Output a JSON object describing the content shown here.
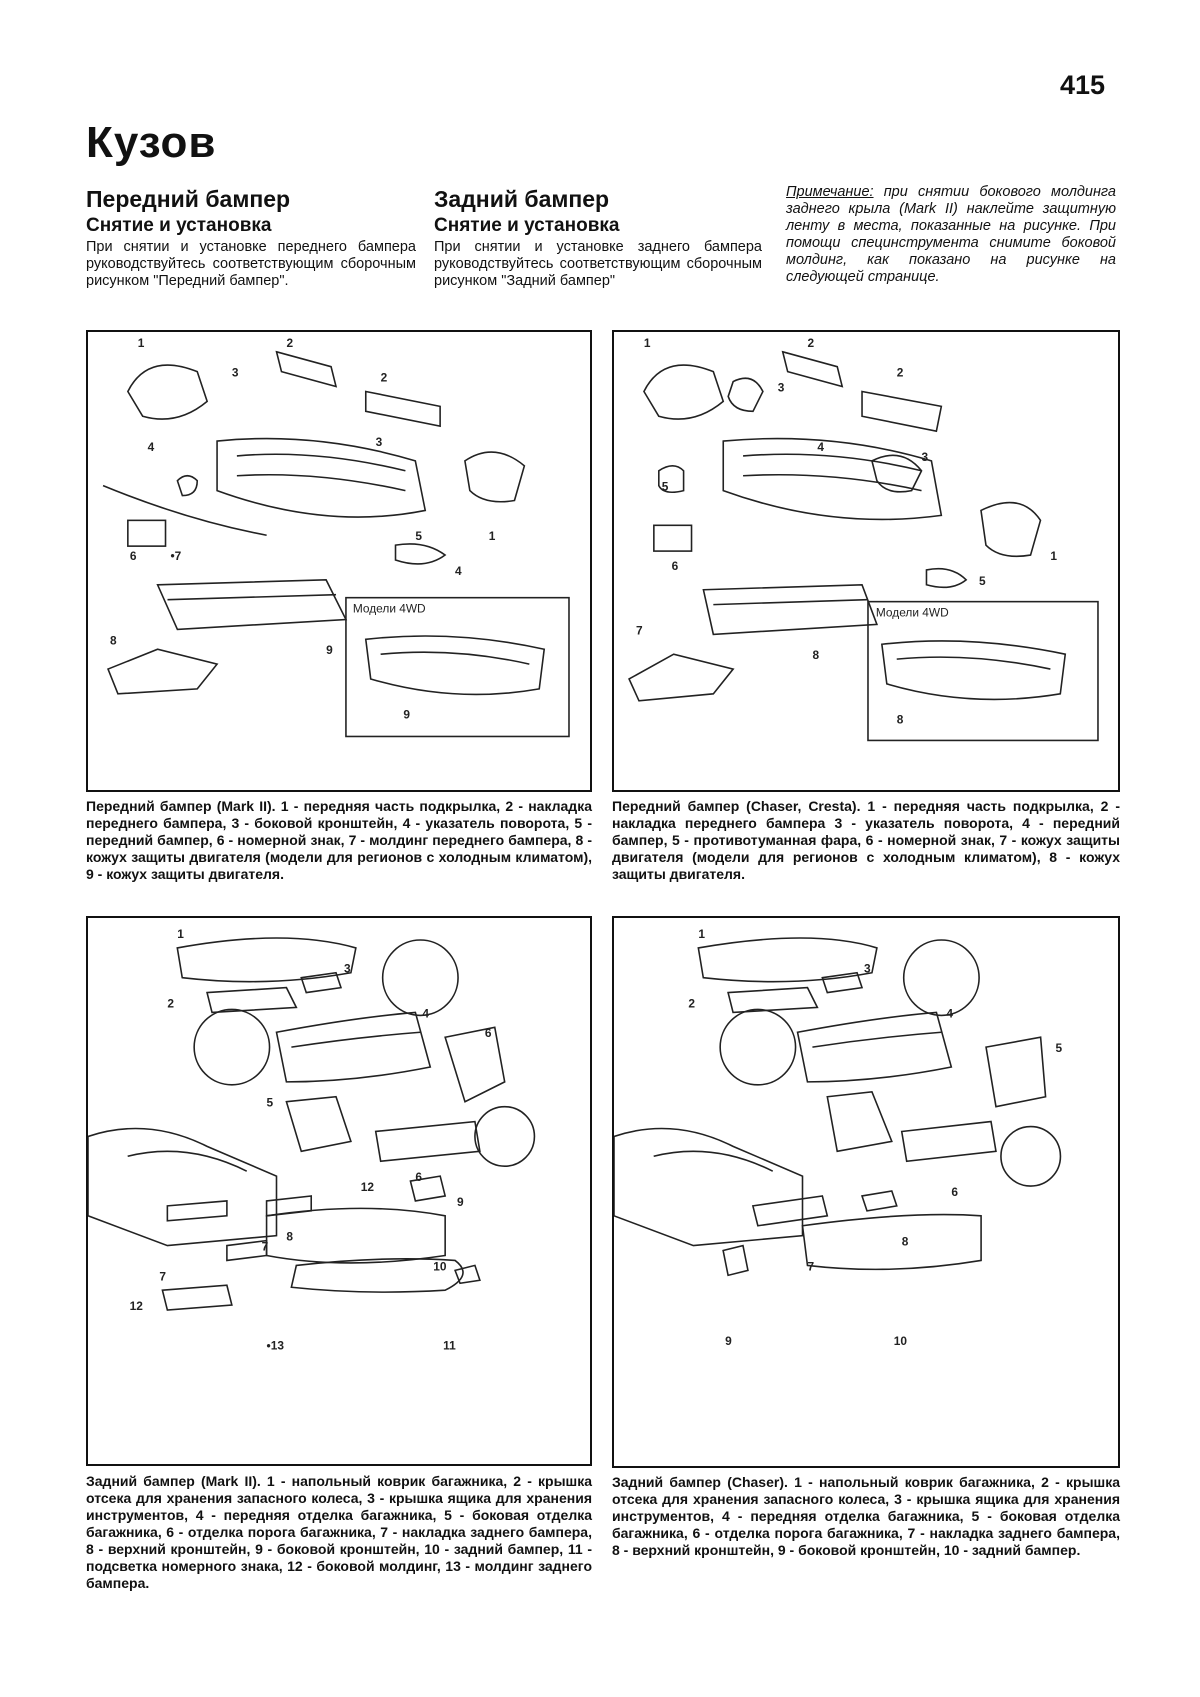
{
  "page_number": "415",
  "chapter_title": "Кузов",
  "front_bumper": {
    "heading": "Передний бампер",
    "subheading": "Снятие и установка",
    "text": "При снятии и установке переднего бампера руководствуйтесь соответствующим сборочным рисунком \"Передний бампер\"."
  },
  "rear_bumper": {
    "heading": "Задний бампер",
    "subheading": "Снятие и установка",
    "text": "При снятии и установке заднего бампера руководствуйтесь соответствующим сборочным рисунком \"Задний бампер\""
  },
  "note": {
    "label": "Примечание:",
    "text": " при снятии бокового молдинга заднего крыла (Mark II) наклейте защитную ленту в места, показанные на рисунке. При помощи специнструмента снимите боковой молдинг, как показано на рисунке на следующей странице."
  },
  "figures": {
    "fig1": {
      "inset_label": "Модели 4WD",
      "callouts": [
        "1",
        "2",
        "3",
        "4",
        "3",
        "1",
        "5",
        "4",
        "6",
        "•7",
        "8",
        "9",
        "9"
      ],
      "caption": "Передний бампер (Mark II). 1 - передняя часть подкрылка, 2 - накладка переднего бампера, 3 - боковой кронштейн, 4 - указатель поворота, 5 - передний бампер, 6 - номерной знак, 7 - молдинг переднего бампера, 8 - кожух защиты двигателя (модели для регионов с холодным климатом), 9 - кожух защиты двигателя."
    },
    "fig2": {
      "inset_label": "Модели 4WD",
      "callouts": [
        "1",
        "2",
        "3",
        "2",
        "3",
        "4",
        "5",
        "1",
        "6",
        "5",
        "7",
        "8",
        "8"
      ],
      "caption": "Передний бампер (Chaser, Cresta). 1 - передняя часть подкрылка, 2 - накладка переднего бампера 3 - указатель поворота, 4 - передний бампер, 5 - противотуманная фара, 6 - номерной знак, 7 - кожух защиты двигателя (модели для регионов с холодным климатом), 8 - кожух защиты двигателя."
    },
    "fig3": {
      "callouts": [
        "1",
        "3",
        "2",
        "4",
        "6",
        "5",
        "6",
        "12",
        "9",
        "7",
        "8",
        "7",
        "10",
        "12",
        "•13",
        "11"
      ],
      "caption": "Задний бампер (Mark II). 1 - напольный коврик багажника, 2 - крышка отсека для хранения запасного колеса, 3 - крышка ящика для хранения инструментов, 4 - передняя отделка багажника, 5 - боковая отделка багажника, 6 - отделка порога багажника, 7 - накладка заднего бампера, 8 - верхний кронштейн, 9 - боковой кронштейн, 10 - задний бампер, 11 - подсветка номерного знака, 12 - боковой молдинг, 13 - молдинг заднего бампера."
    },
    "fig4": {
      "callouts": [
        "1",
        "3",
        "2",
        "4",
        "5",
        "6",
        "8",
        "7",
        "9",
        "10"
      ],
      "caption": "Задний бампер (Chaser). 1 - напольный коврик багажника, 2 - крышка отсека для хранения запасного колеса, 3 - крышка ящика для хранения инструментов, 4 - передняя отделка багажника, 5 - боковая отделка багажника, 6 - отделка порога багажника, 7 - накладка заднего бампера, 8 - верхний кронштейн, 9 - боковой кронштейн, 10 - задний бампер."
    }
  }
}
